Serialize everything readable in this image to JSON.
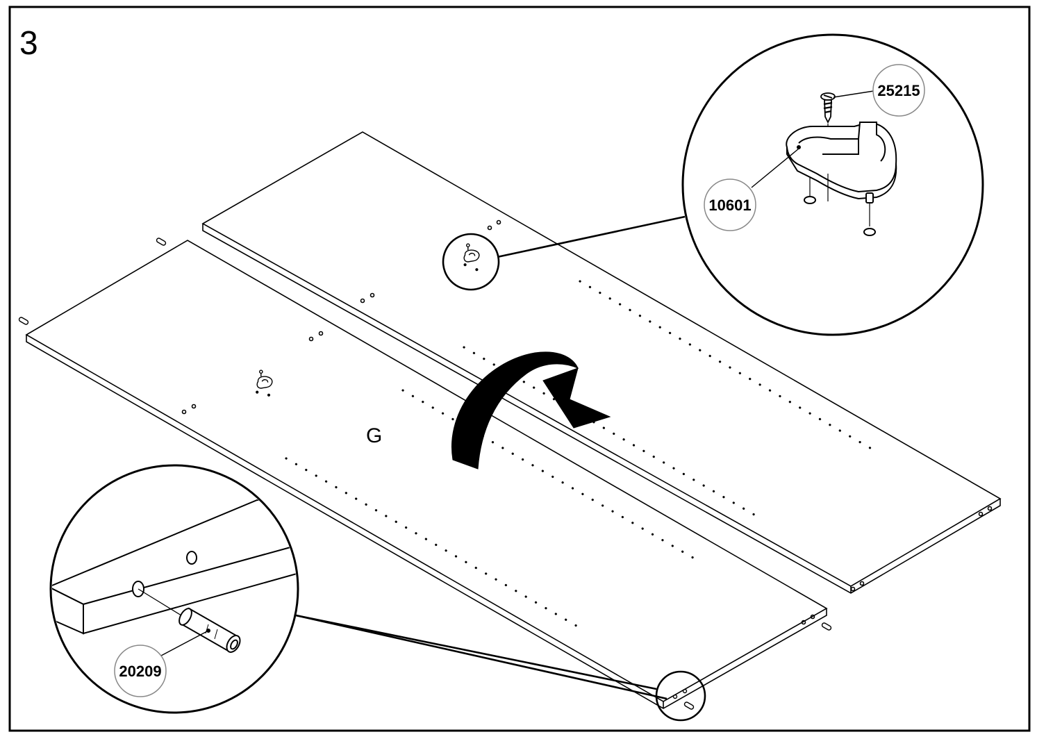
{
  "step": {
    "number": "3"
  },
  "panel": {
    "label": "G"
  },
  "parts": {
    "screw": {
      "code": "25215",
      "icon": "screw-icon"
    },
    "bracket": {
      "code": "10601",
      "icon": "bracket-icon"
    },
    "dowel": {
      "code": "20209",
      "icon": "dowel-icon"
    }
  },
  "action": {
    "icon": "flip-arrow-icon"
  },
  "colors": {
    "ink": "#000000",
    "paper": "#ffffff"
  }
}
